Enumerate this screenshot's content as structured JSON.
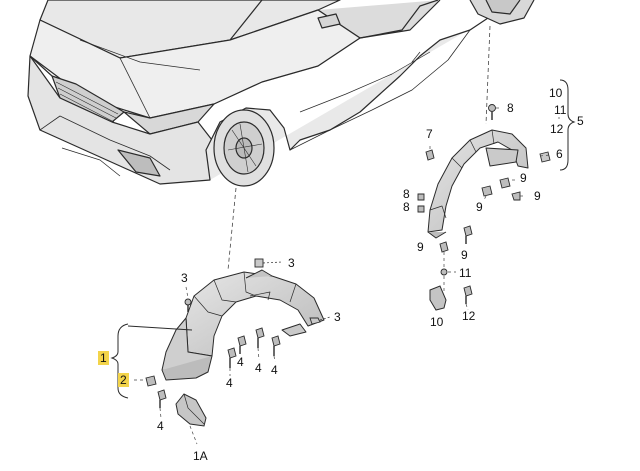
{
  "callouts": {
    "c1": "1",
    "c1a": "1A",
    "c2": "2",
    "c3a": "3",
    "c3b": "3",
    "c3c": "3",
    "c4a": "4",
    "c4b": "4",
    "c4c": "4",
    "c4d": "4",
    "c4e": "4",
    "c5": "5",
    "c6": "6",
    "c7": "7",
    "c8a": "8",
    "c8b": "8",
    "c8c": "8",
    "c9a": "9",
    "c9b": "9",
    "c9c": "9",
    "c9d": "9",
    "c9e": "9",
    "c10a": "10",
    "c10b": "10",
    "c11a": "11",
    "c11b": "11",
    "c12a": "12",
    "c12b": "12"
  },
  "colors": {
    "line": "#2b2b2b",
    "fill": "#d3d3d3",
    "highlight": "#f3d44a"
  }
}
